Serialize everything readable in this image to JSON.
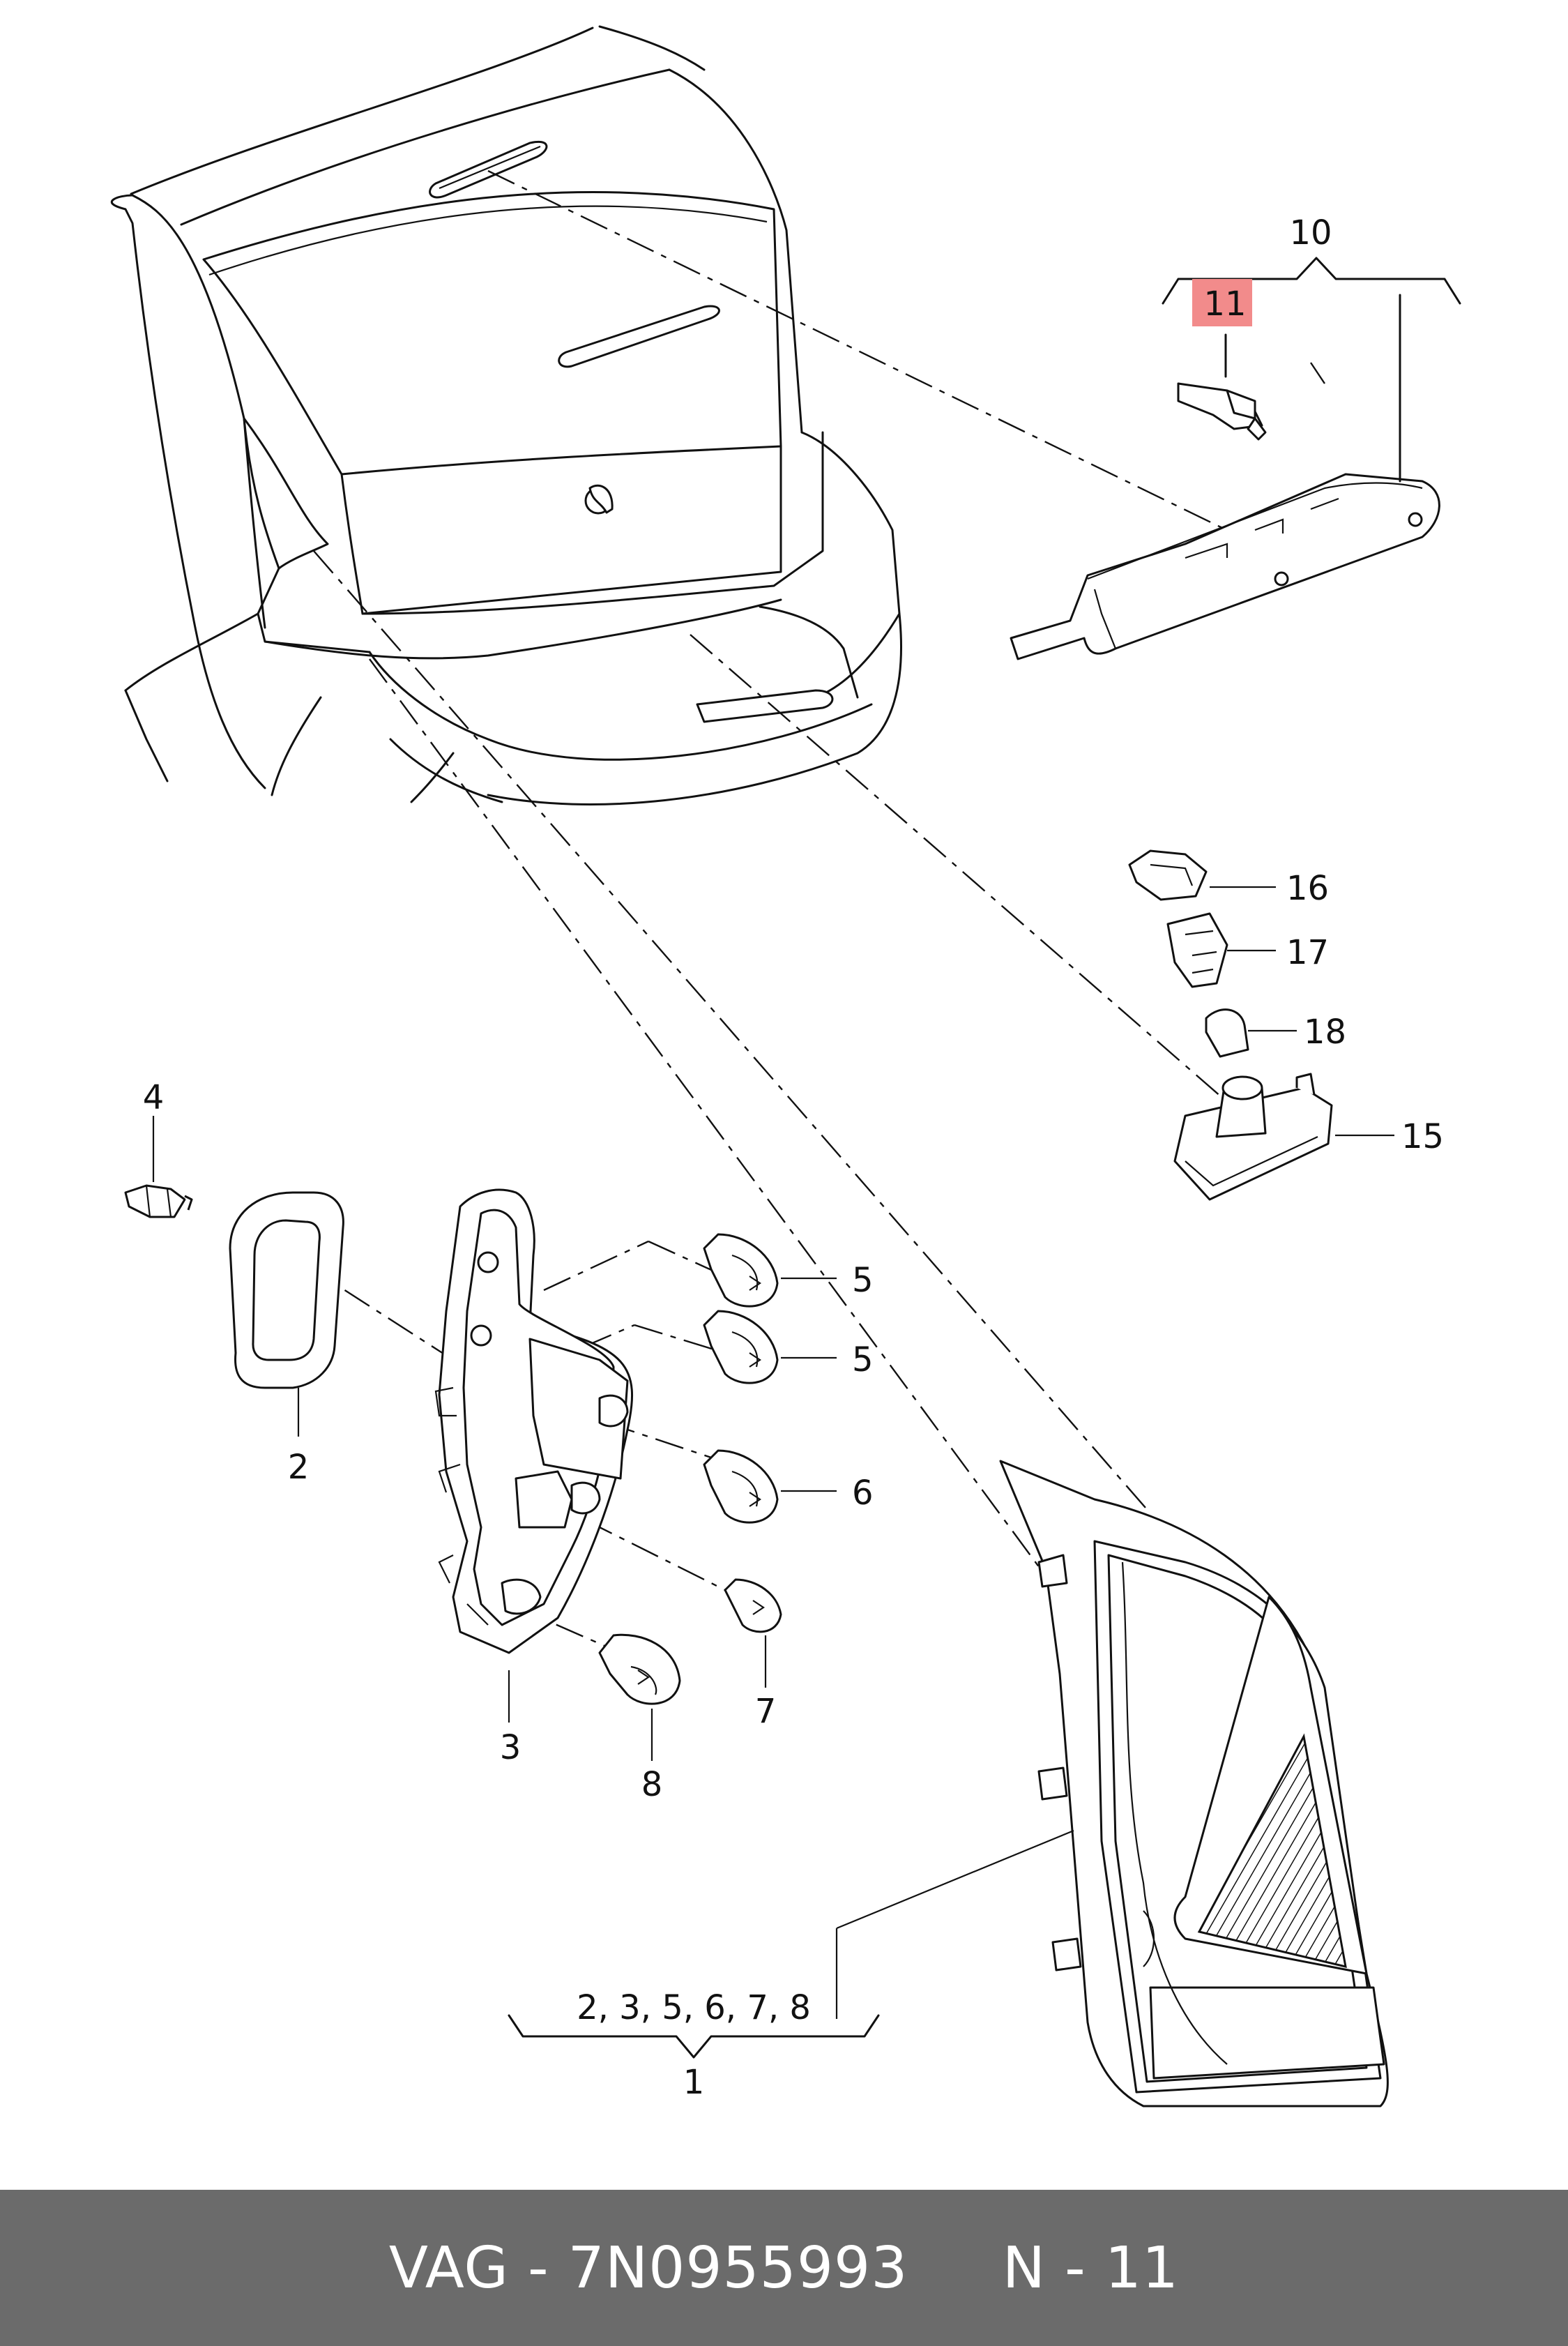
{
  "callouts": {
    "c1": "1",
    "c2": "2",
    "c3": "3",
    "c4": "4",
    "c5a": "5",
    "c5b": "5",
    "c6": "6",
    "c7": "7",
    "c8": "8",
    "c10": "10",
    "c11": "11",
    "c15": "15",
    "c16": "16",
    "c17": "17",
    "c18": "18",
    "group1": "2, 3, 5, 6, 7, 8"
  },
  "highlight_color": "#f28b8b",
  "footer": {
    "text": "VAG - 7N0955993     N - 11",
    "background": "#6b6b6b",
    "color": "#ffffff"
  }
}
